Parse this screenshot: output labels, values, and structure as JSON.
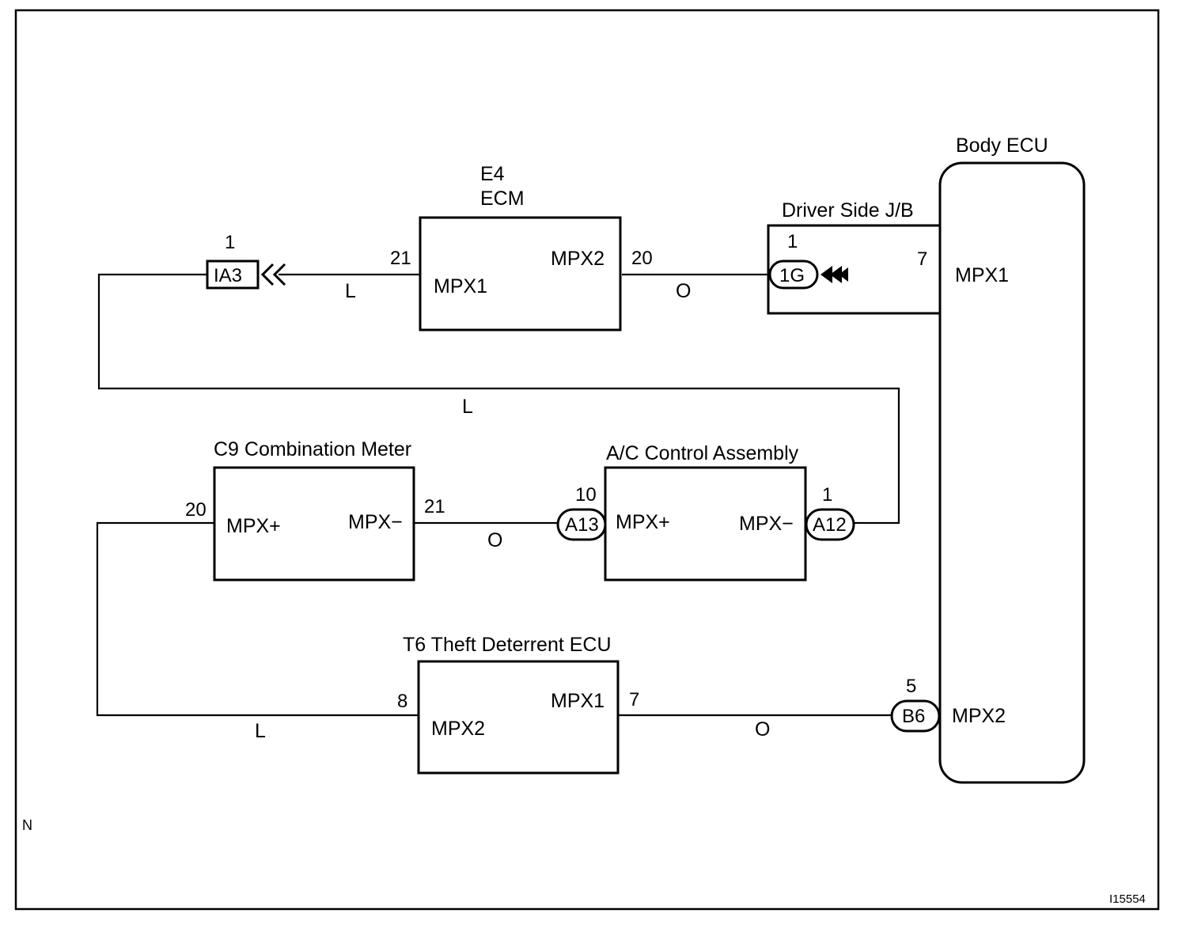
{
  "components": {
    "ecm": {
      "code": "E4",
      "name": "ECM",
      "left_pin": "21",
      "left_terminal": "MPX1",
      "right_pin": "20",
      "right_terminal": "MPX2"
    },
    "body_ecu": {
      "name": "Body ECU",
      "pin_top": "7",
      "terminal_top": "MPX1",
      "pin_bottom": "5",
      "terminal_bottom": "MPX2"
    },
    "jb": {
      "name": "Driver Side J/B",
      "pin": "1",
      "connector": "1G"
    },
    "meter": {
      "name": "C9 Combination Meter",
      "left_pin": "20",
      "left_terminal": "MPX+",
      "right_pin": "21",
      "right_terminal": "MPX−"
    },
    "ac": {
      "name": "A/C Control Assembly",
      "left_pin": "10",
      "left_connector": "A13",
      "left_terminal": "MPX+",
      "right_pin": "1",
      "right_connector": "A12",
      "right_terminal": "MPX−"
    },
    "theft": {
      "name": "T6 Theft Deterrent ECU",
      "left_pin": "8",
      "left_terminal": "MPX2",
      "right_pin": "7",
      "right_terminal": "MPX1"
    },
    "ia3": {
      "pin": "1",
      "connector": "IA3"
    },
    "b6": {
      "pin": "5",
      "connector": "B6"
    }
  },
  "wire_colors": {
    "ia3_to_ecm": "L",
    "ecm_to_jb": "O",
    "loop_to_ac": "L",
    "meter_to_ac": "O",
    "meter_to_theft": "L",
    "theft_to_body": "O"
  },
  "footer": {
    "corner_mark": "N",
    "figure_id": "I15554"
  }
}
